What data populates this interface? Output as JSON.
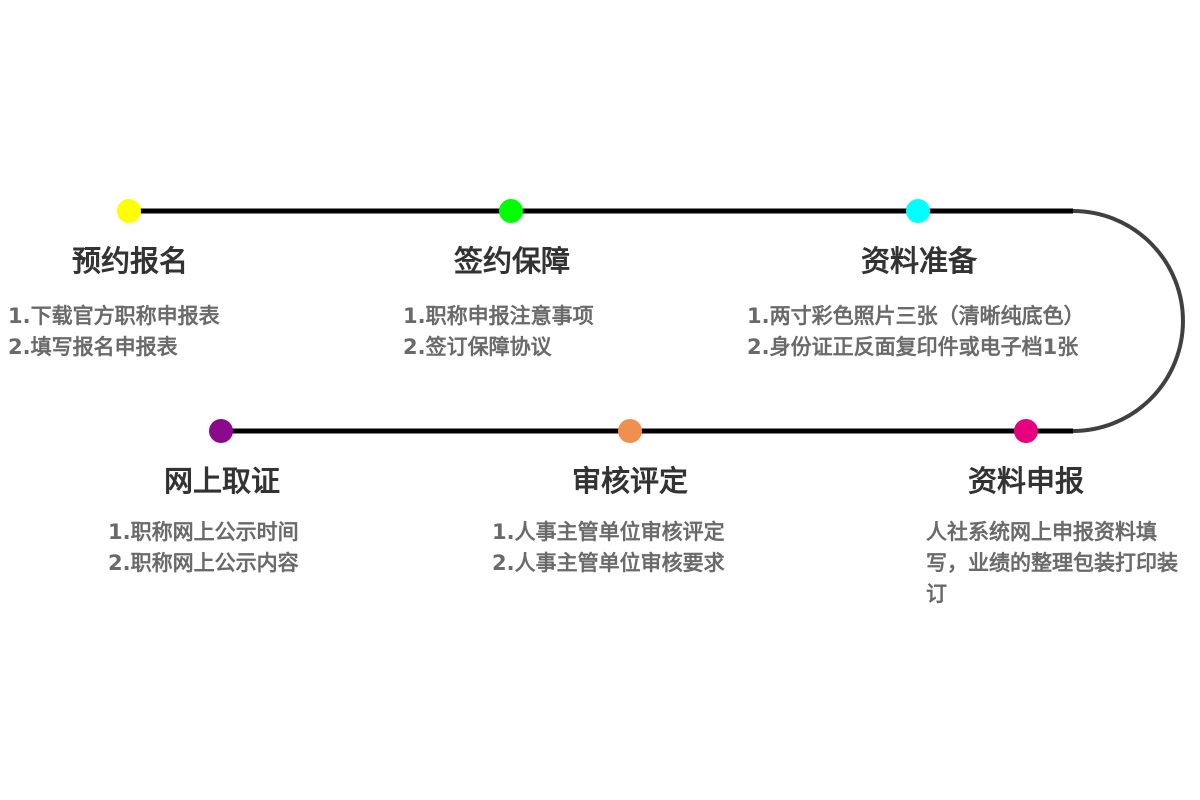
{
  "stages": [
    {
      "title": "预约报名",
      "color": "#ffff00",
      "details": [
        "1.下载官方职称申报表",
        "2.填写报名申报表"
      ]
    },
    {
      "title": "签约保障",
      "color": "#00ff00",
      "details": [
        "1.职称申报注意事项",
        "2.签订保障协议"
      ]
    },
    {
      "title": "资料准备",
      "color": "#00ffff",
      "details": [
        "1.两寸彩色照片三张（清晰纯底色）",
        "2.身份证正反面复印件或电子档1张"
      ]
    },
    {
      "title": "资料申报",
      "color": "#e6007e",
      "details": [
        "人社系统网上申报资料填写，业绩的整理包装打印装订"
      ]
    },
    {
      "title": "审核评定",
      "color": "#f0904e",
      "details": [
        "1.人事主管单位审核评定",
        "2.人事主管单位审核要求"
      ]
    },
    {
      "title": "网上取证",
      "color": "#8b0a8b",
      "details": [
        "1.职称网上公示时间",
        "2.职称网上公示内容"
      ]
    }
  ],
  "colors": {
    "line": "#000000",
    "curve": "#404040"
  }
}
